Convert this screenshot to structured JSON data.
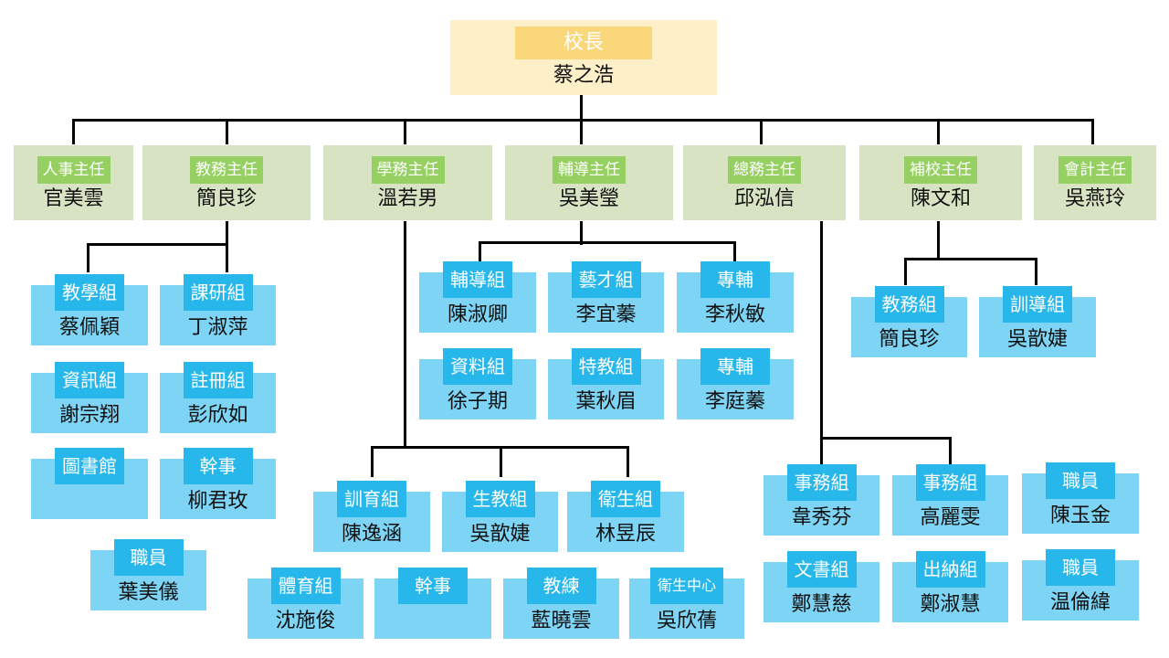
{
  "principal": {
    "title": "校長",
    "name": "蔡之浩"
  },
  "directors": [
    {
      "title": "人事主任",
      "name": "官美雲"
    },
    {
      "title": "教務主任",
      "name": "簡良珍"
    },
    {
      "title": "學務主任",
      "name": "溫若男"
    },
    {
      "title": "輔導主任",
      "name": "吳美瑩"
    },
    {
      "title": "總務主任",
      "name": "邱泓信"
    },
    {
      "title": "補校主任",
      "name": "陳文和"
    },
    {
      "title": "會計主任",
      "name": "吳燕玲"
    }
  ],
  "academic": [
    {
      "title": "教學組",
      "name": "蔡佩穎"
    },
    {
      "title": "課研組",
      "name": "丁淑萍"
    },
    {
      "title": "資訊組",
      "name": "謝宗翔"
    },
    {
      "title": "註冊組",
      "name": "彭欣如"
    },
    {
      "title": "圖書館",
      "name": ""
    },
    {
      "title": "幹事",
      "name": "柳君玫"
    },
    {
      "title": "職員",
      "name": "葉美儀"
    }
  ],
  "counseling": [
    {
      "title": "輔導組",
      "name": "陳淑卿"
    },
    {
      "title": "藝才組",
      "name": "李宜蓁"
    },
    {
      "title": "專輔",
      "name": "李秋敏"
    },
    {
      "title": "資料組",
      "name": "徐子期"
    },
    {
      "title": "特教組",
      "name": "葉秋眉"
    },
    {
      "title": "專輔",
      "name": "李庭蓁"
    }
  ],
  "student_affairs": [
    {
      "title": "訓育組",
      "name": "陳逸涵"
    },
    {
      "title": "生教組",
      "name": "吳歆婕"
    },
    {
      "title": "衛生組",
      "name": "林昱辰"
    },
    {
      "title": "體育組",
      "name": "沈施俊"
    },
    {
      "title": "幹事",
      "name": ""
    },
    {
      "title": "教練",
      "name": "藍曉雲"
    },
    {
      "title": "衛生中心",
      "name": "吳欣蒨"
    }
  ],
  "general_affairs": [
    {
      "title": "事務組",
      "name": "韋秀芬"
    },
    {
      "title": "事務組",
      "name": "高麗雯"
    },
    {
      "title": "職員",
      "name": "陳玉金"
    },
    {
      "title": "文書組",
      "name": "鄭慧慈"
    },
    {
      "title": "出納組",
      "name": "鄭淑慧"
    },
    {
      "title": "職員",
      "name": "温倫緯"
    }
  ],
  "night_school": [
    {
      "title": "教務組",
      "name": "簡良珍"
    },
    {
      "title": "訓導組",
      "name": "吳歆婕"
    }
  ],
  "colors": {
    "principal_bg": "#fdefc8",
    "principal_title": "#fad77a",
    "director_bg": "#d7e3c2",
    "director_title": "#96cf62",
    "section_bg": "#7ed4f4",
    "section_title": "#27b7ea",
    "connector": "#000000"
  }
}
